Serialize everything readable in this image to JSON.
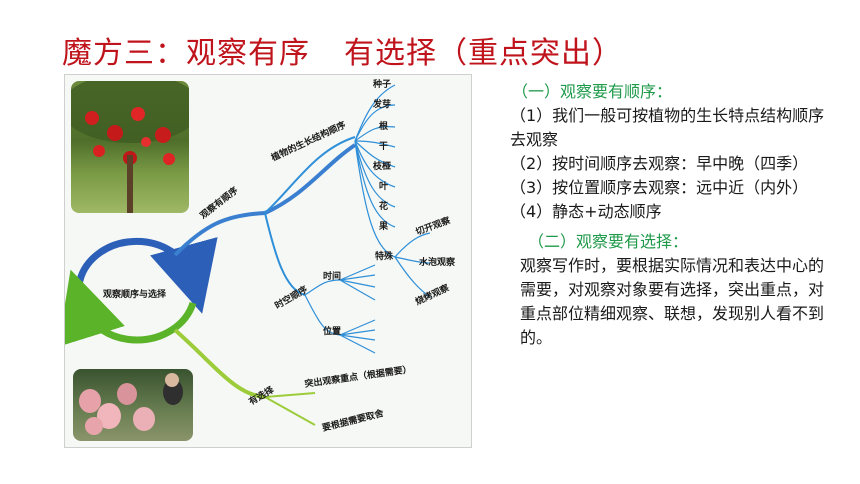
{
  "title": {
    "part1": "魔方三：观察有序",
    "part2": "有选择（重点突出）"
  },
  "mindmap": {
    "center": "观察顺序与选择",
    "branch1": "观察有顺序",
    "sub1": "植物的生长结构顺序",
    "plant_items": [
      "种子",
      "发芽",
      "根",
      "干",
      "枝桠",
      "叶",
      "花",
      "果",
      "特殊"
    ],
    "special_items": [
      "切开观察",
      "水泡观察",
      "烧烤观察"
    ],
    "sub2": "时空顺序",
    "time": "时间",
    "position": "位置",
    "branch2": "有选择",
    "select_items": [
      "突出观察重点（根据需要）",
      "要根据需要取舍"
    ]
  },
  "side": {
    "heading1": "（一）观察要有顺序：",
    "item1": "（1）我们一般可按植物的生长特点结构顺序去观察",
    "item2": "（2）按时间顺序去观察：早中晚（四季）",
    "item3": "（3）按位置顺序去观察：远中近（内外）",
    "item4": "（4）静态+动态顺序",
    "heading2": "（二）观察要有选择：",
    "para": "观察写作时，要根据实际情况和表达中心的需要，对观察对象要有选择，突出重点，对重点部位精细观察、联想，发现别人看不到的。"
  }
}
